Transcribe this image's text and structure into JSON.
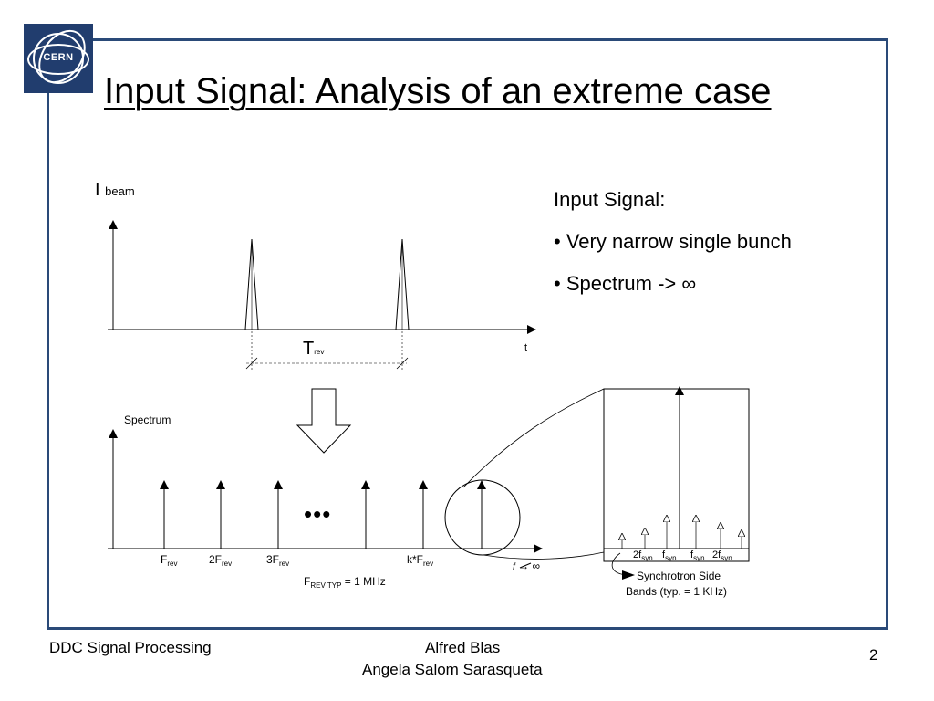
{
  "slide": {
    "title": "Input Signal: Analysis of an extreme case",
    "logo_text": "CERN",
    "info": {
      "heading": "Input Signal:",
      "bullets": [
        "• Very narrow single bunch",
        "• Spectrum -> ∞"
      ]
    }
  },
  "time_diagram": {
    "y_label_main": "I",
    "y_label_sub": "beam",
    "x_label": "t",
    "period_main": "T",
    "period_sub": "rev"
  },
  "spectrum_diagram": {
    "y_label": "Spectrum",
    "ellipsis": "•••",
    "x_label_main": "f",
    "x_label_rest": "→ ∞",
    "harmonics": [
      {
        "main": "F",
        "sub": "rev"
      },
      {
        "main": "2F",
        "sub": "rev"
      },
      {
        "main": "3F",
        "sub": "rev"
      },
      {
        "main": "k*F",
        "sub": "rev"
      }
    ],
    "freq_note_main": "F",
    "freq_note_sub": "REV TYP",
    "freq_note_rest": " = 1 MHz"
  },
  "zoom_box": {
    "labels": [
      {
        "main": "2f",
        "sub": "syn"
      },
      {
        "main": "f",
        "sub": "syn"
      },
      {
        "main": "f",
        "sub": "syn"
      },
      {
        "main": "2f",
        "sub": "syn"
      }
    ],
    "caption_line1": "Synchrotron Side",
    "caption_line2": "Bands (typ. = 1 KHz)"
  },
  "footer": {
    "left": "DDC Signal Processing",
    "author1": "Alfred Blas",
    "author2": "Angela Salom Sarasqueta",
    "page": "2"
  },
  "colors": {
    "frame": "#2a4a78",
    "logo_bg": "#213d6e"
  }
}
